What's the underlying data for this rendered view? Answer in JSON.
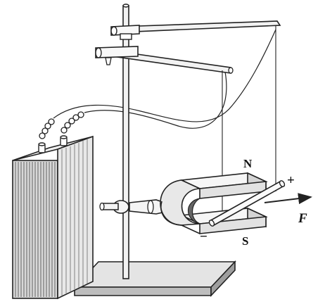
{
  "labels": {
    "north": "N",
    "south": "S",
    "plus": "+",
    "minus": "−",
    "force": "F"
  },
  "colors": {
    "ink": "#222222",
    "magnet_fill": "#eeeeee",
    "shade": "#666666",
    "base_fill": "#dcdcdc",
    "background": "#ffffff"
  }
}
